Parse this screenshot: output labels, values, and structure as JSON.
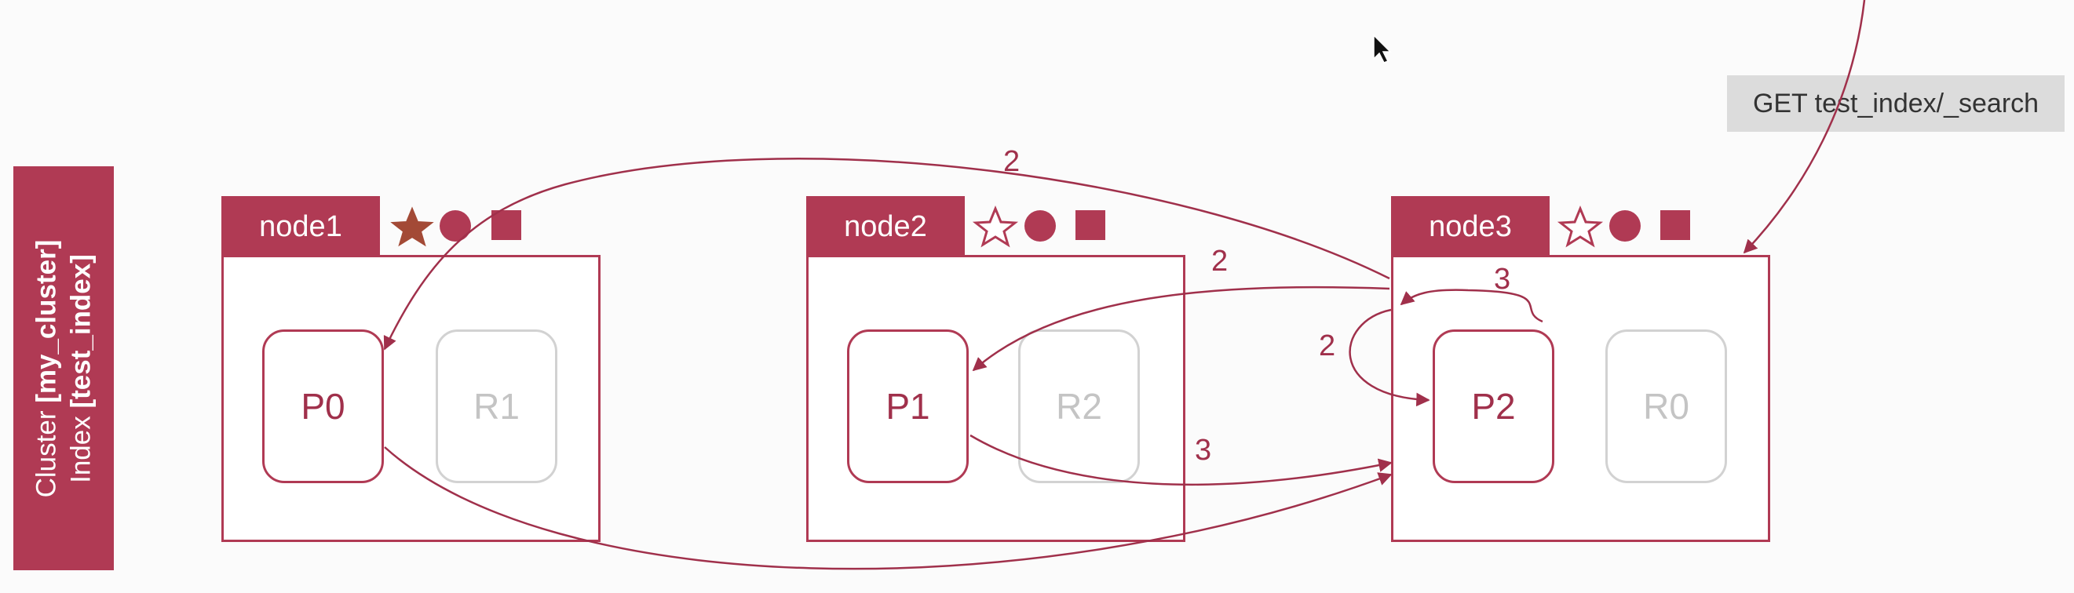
{
  "side_label": {
    "line1_prefix": "Cluster ",
    "line1_bold": "[my_cluster]",
    "line2_prefix": "Index ",
    "line2_bold": "[test_index]"
  },
  "request": "GET test_index/_search",
  "nodes": [
    {
      "name": "node1",
      "star": "filled-star-icon",
      "shards": [
        {
          "label": "P0",
          "kind": "primary"
        },
        {
          "label": "R1",
          "kind": "replica"
        }
      ]
    },
    {
      "name": "node2",
      "star": "outline-star-icon",
      "shards": [
        {
          "label": "P1",
          "kind": "primary"
        },
        {
          "label": "R2",
          "kind": "replica"
        }
      ]
    },
    {
      "name": "node3",
      "star": "outline-star-icon",
      "shards": [
        {
          "label": "P2",
          "kind": "primary"
        },
        {
          "label": "R0",
          "kind": "replica"
        }
      ]
    }
  ],
  "steps": {
    "s2_top": "2",
    "s2_mid": "2",
    "s2_loop": "2",
    "s3_top": "3",
    "s3_mid": "3"
  },
  "colors": {
    "accent": "#b03a54",
    "line": "#a0304b",
    "replica": "#c4c4c4",
    "request_bg": "#dcdcdc"
  }
}
